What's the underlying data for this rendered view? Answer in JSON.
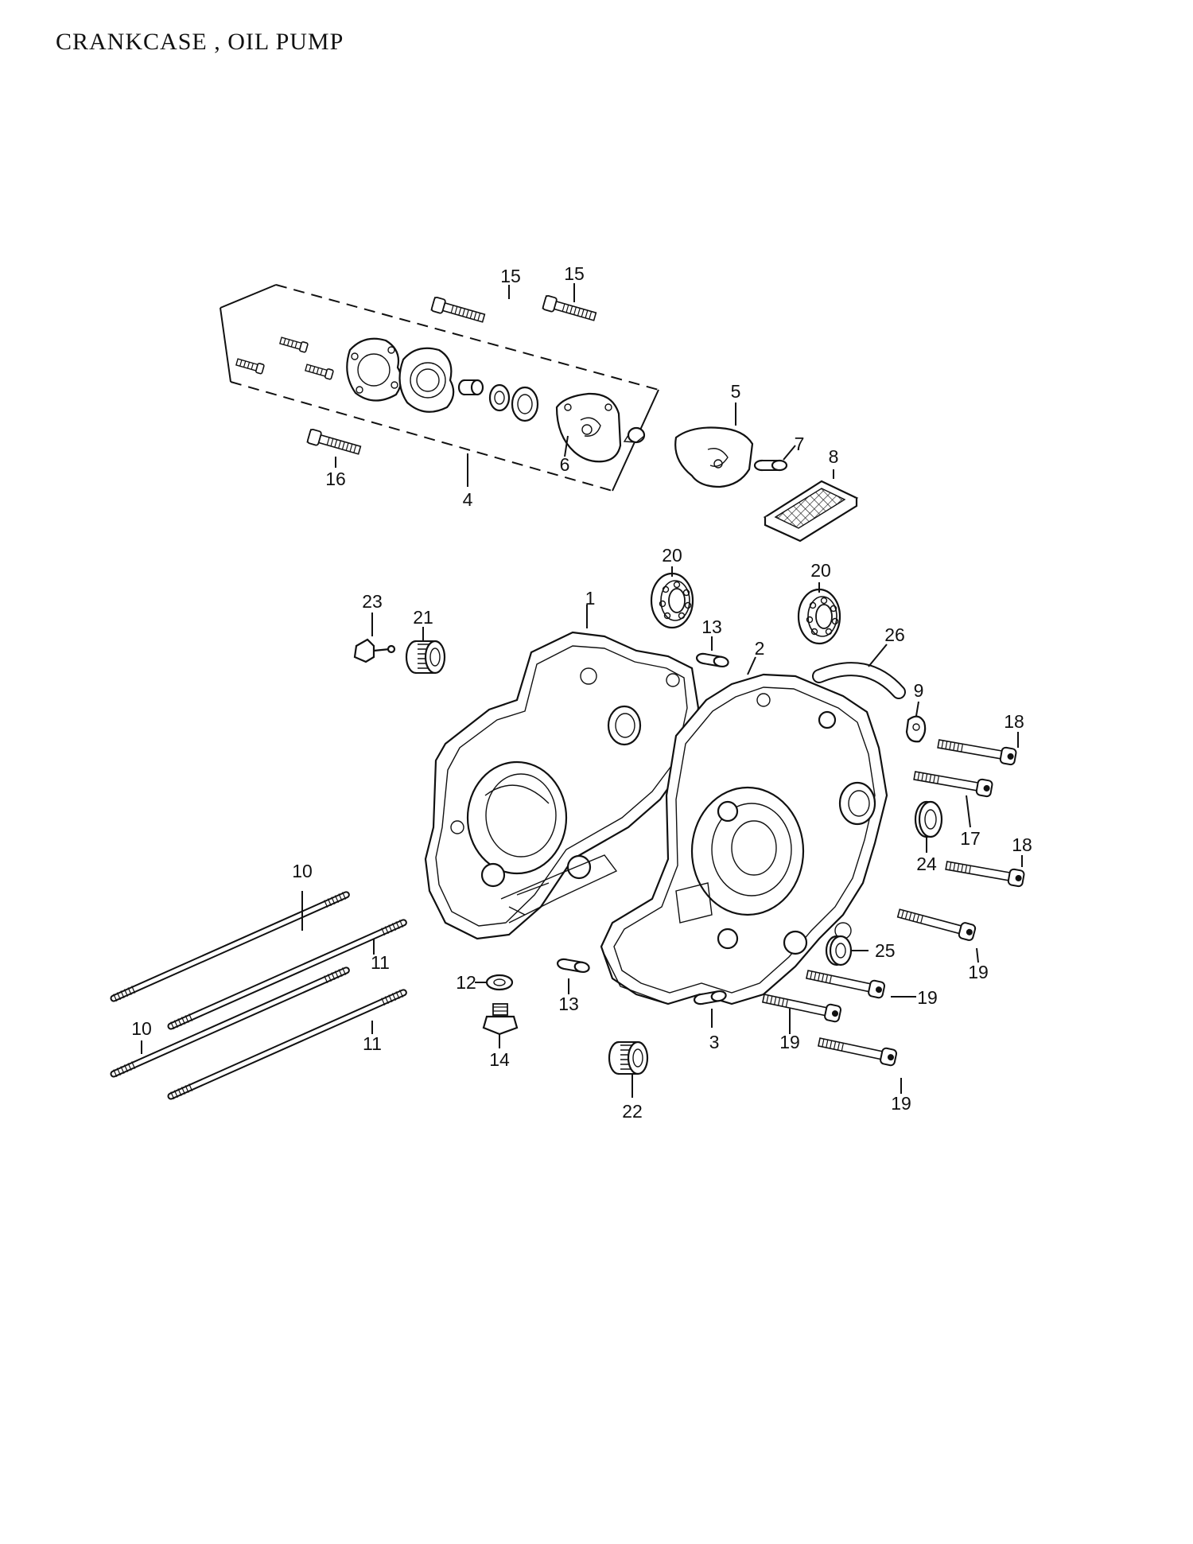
{
  "title": "CRANKCASE , OIL PUMP",
  "callouts": [
    {
      "id": "c1",
      "text": "1"
    },
    {
      "id": "c2",
      "text": "2"
    },
    {
      "id": "c3",
      "text": "3"
    },
    {
      "id": "c4",
      "text": "4"
    },
    {
      "id": "c5",
      "text": "5"
    },
    {
      "id": "c6",
      "text": "6"
    },
    {
      "id": "c7",
      "text": "7"
    },
    {
      "id": "c8",
      "text": "8"
    },
    {
      "id": "c9",
      "text": "9"
    },
    {
      "id": "c10a",
      "text": "10"
    },
    {
      "id": "c10b",
      "text": "10"
    },
    {
      "id": "c11a",
      "text": "11"
    },
    {
      "id": "c11b",
      "text": "11"
    },
    {
      "id": "c12",
      "text": "12"
    },
    {
      "id": "c13a",
      "text": "13"
    },
    {
      "id": "c13b",
      "text": "13"
    },
    {
      "id": "c14",
      "text": "14"
    },
    {
      "id": "c15a",
      "text": "15"
    },
    {
      "id": "c15b",
      "text": "15"
    },
    {
      "id": "c16",
      "text": "16"
    },
    {
      "id": "c17",
      "text": "17"
    },
    {
      "id": "c18a",
      "text": "18"
    },
    {
      "id": "c18b",
      "text": "18"
    },
    {
      "id": "c19a",
      "text": "19"
    },
    {
      "id": "c19b",
      "text": "19"
    },
    {
      "id": "c19c",
      "text": "19"
    },
    {
      "id": "c19d",
      "text": "19"
    },
    {
      "id": "c20a",
      "text": "20"
    },
    {
      "id": "c20b",
      "text": "20"
    },
    {
      "id": "c21",
      "text": "21"
    },
    {
      "id": "c22",
      "text": "22"
    },
    {
      "id": "c23",
      "text": "23"
    },
    {
      "id": "c24",
      "text": "24"
    },
    {
      "id": "c25",
      "text": "25"
    },
    {
      "id": "c26",
      "text": "26"
    }
  ]
}
